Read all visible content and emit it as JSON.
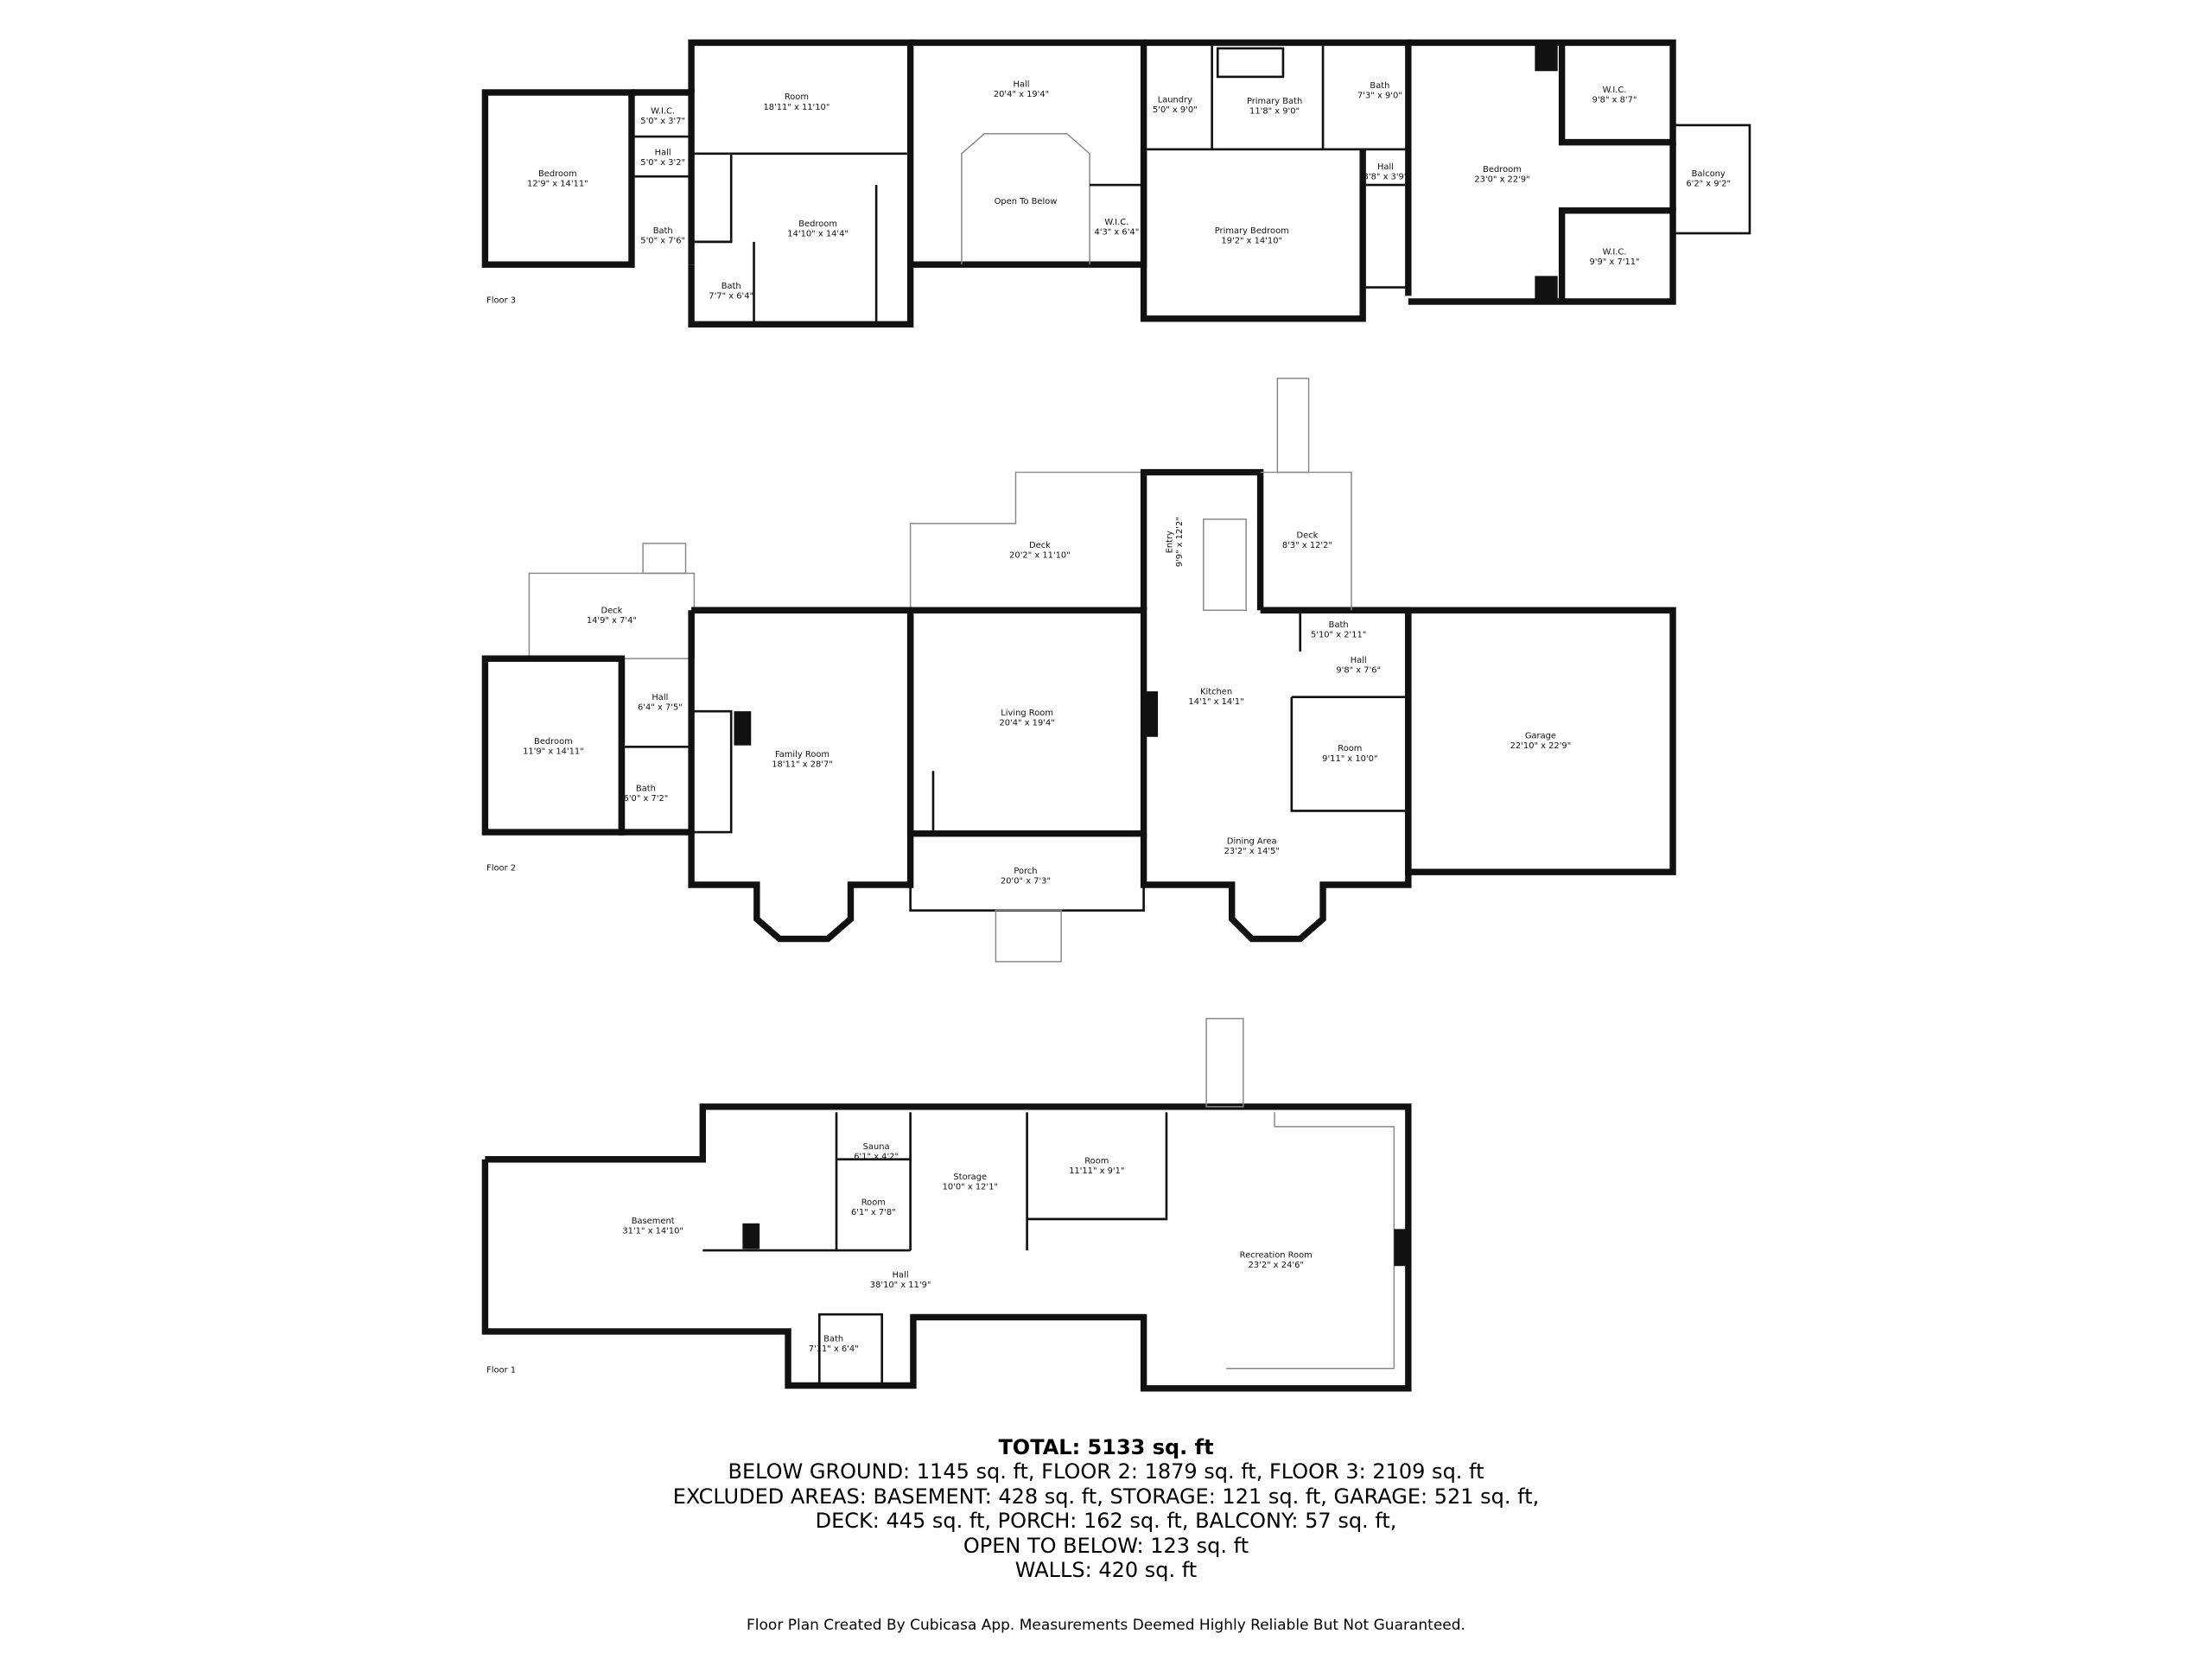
{
  "floors": {
    "floor3": {
      "label": "Floor 3",
      "rooms": [
        {
          "name": "Bedroom",
          "dims": "12'9\" x 14'11\""
        },
        {
          "name": "W.I.C.",
          "dims": "5'0\" x 3'7\""
        },
        {
          "name": "Hall",
          "dims": "5'0\" x 3'2\""
        },
        {
          "name": "Bath",
          "dims": "5'0\" x 7'6\""
        },
        {
          "name": "Room",
          "dims": "18'11\" x 11'10\""
        },
        {
          "name": "Bedroom",
          "dims": "14'10\" x 14'4\""
        },
        {
          "name": "Bath",
          "dims": "7'7\" x 6'4\""
        },
        {
          "name": "Hall",
          "dims": "20'4\" x 19'4\""
        },
        {
          "name": "Open To Below",
          "dims": ""
        },
        {
          "name": "W.I.C.",
          "dims": "4'3\" x 6'4\""
        },
        {
          "name": "Laundry",
          "dims": "5'0\" x 9'0\""
        },
        {
          "name": "Primary Bath",
          "dims": "11'8\" x 9'0\""
        },
        {
          "name": "Bath",
          "dims": "7'3\" x 9'0\""
        },
        {
          "name": "Hall",
          "dims": "3'8\" x 3'9\""
        },
        {
          "name": "Primary Bedroom",
          "dims": "19'2\" x 14'10\""
        },
        {
          "name": "Bedroom",
          "dims": "23'0\" x 22'9\""
        },
        {
          "name": "W.I.C.",
          "dims": "9'8\" x 8'7\""
        },
        {
          "name": "W.I.C.",
          "dims": "9'9\" x 7'11\""
        },
        {
          "name": "Balcony",
          "dims": "6'2\" x 9'2\""
        }
      ]
    },
    "floor2": {
      "label": "Floor 2",
      "rooms": [
        {
          "name": "Deck",
          "dims": "14'9\" x 7'4\""
        },
        {
          "name": "Bedroom",
          "dims": "11'9\" x 14'11\""
        },
        {
          "name": "Hall",
          "dims": "6'4\" x 7'5\""
        },
        {
          "name": "Bath",
          "dims": "6'0\" x 7'2\""
        },
        {
          "name": "Family Room",
          "dims": "18'11\" x 28'7\""
        },
        {
          "name": "Deck",
          "dims": "20'2\" x 11'10\""
        },
        {
          "name": "Living Room",
          "dims": "20'4\" x 19'4\""
        },
        {
          "name": "Porch",
          "dims": "20'0\" x 7'3\""
        },
        {
          "name": "Entry",
          "dims": "9'9\" x 12'2\""
        },
        {
          "name": "Deck",
          "dims": "8'3\" x 12'2\""
        },
        {
          "name": "Bath",
          "dims": "5'10\" x 2'11\""
        },
        {
          "name": "Hall",
          "dims": "9'8\" x 7'6\""
        },
        {
          "name": "Kitchen",
          "dims": "14'1\" x 14'1\""
        },
        {
          "name": "Room",
          "dims": "9'11\" x 10'0\""
        },
        {
          "name": "Dining Area",
          "dims": "23'2\" x 14'5\""
        },
        {
          "name": "Garage",
          "dims": "22'10\" x 22'9\""
        }
      ]
    },
    "floor1": {
      "label": "Floor 1",
      "rooms": [
        {
          "name": "Basement",
          "dims": "31'1\" x 14'10\""
        },
        {
          "name": "Sauna",
          "dims": "6'1\" x 4'2\""
        },
        {
          "name": "Room",
          "dims": "6'1\" x 7'8\""
        },
        {
          "name": "Storage",
          "dims": "10'0\" x 12'1\""
        },
        {
          "name": "Room",
          "dims": "11'11\" x 9'1\""
        },
        {
          "name": "Hall",
          "dims": "38'10\" x 11'9\""
        },
        {
          "name": "Recreation Room",
          "dims": "23'2\" x 24'6\""
        },
        {
          "name": "Bath",
          "dims": "7'11\" x 6'4\""
        }
      ]
    }
  },
  "totals": {
    "title": "TOTAL: 5133 sq. ft",
    "lines": [
      "BELOW GROUND: 1145 sq. ft, FLOOR 2: 1879 sq. ft, FLOOR 3: 2109 sq. ft",
      "EXCLUDED AREAS: BASEMENT: 428 sq. ft, STORAGE: 121 sq. ft, GARAGE: 521 sq. ft,",
      "DECK: 445 sq. ft, PORCH: 162 sq. ft, BALCONY: 57 sq. ft,",
      "OPEN TO BELOW: 123 sq. ft",
      "WALLS: 420 sq. ft"
    ]
  },
  "credit": "Floor Plan Created By Cubicasa App. Measurements Deemed Highly Reliable But Not Guaranteed."
}
